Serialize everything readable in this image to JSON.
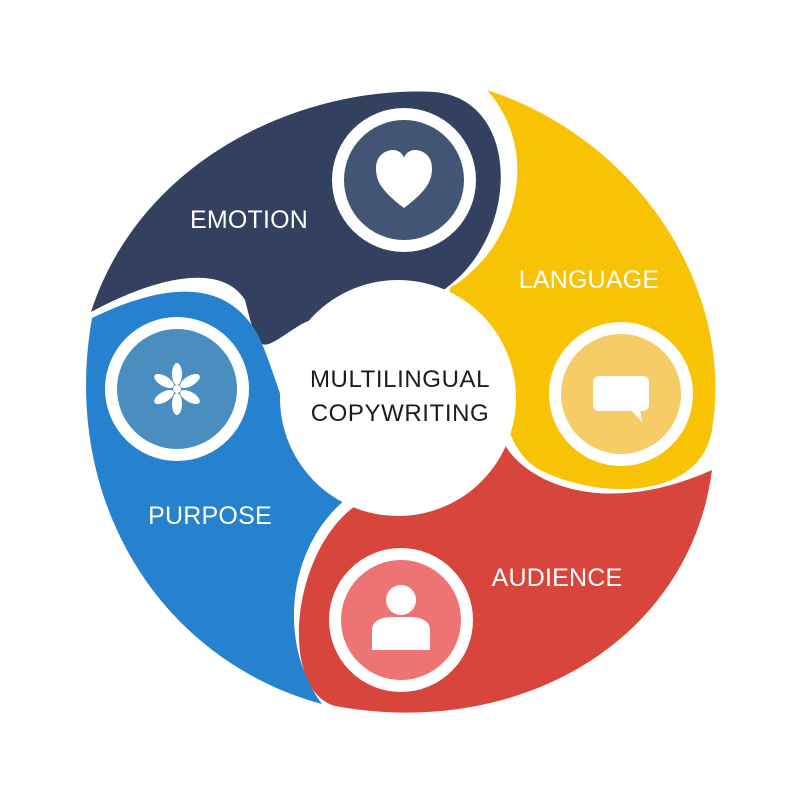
{
  "center": {
    "line1": "MULTILINGUAL",
    "line2": "COPYWRITING"
  },
  "segments": [
    {
      "label": "EMOTION",
      "icon": "heart-icon",
      "color": "#344060",
      "badge": "#435575"
    },
    {
      "label": "LANGUAGE",
      "icon": "chat-bubble-icon",
      "color": "#F9C305",
      "badge": "#F5CC66"
    },
    {
      "label": "AUDIENCE",
      "icon": "person-icon",
      "color": "#D8453C",
      "badge": "#EE7375"
    },
    {
      "label": "PURPOSE",
      "icon": "asterisk-icon",
      "color": "#2681CF",
      "badge": "#4A8EC0"
    }
  ]
}
